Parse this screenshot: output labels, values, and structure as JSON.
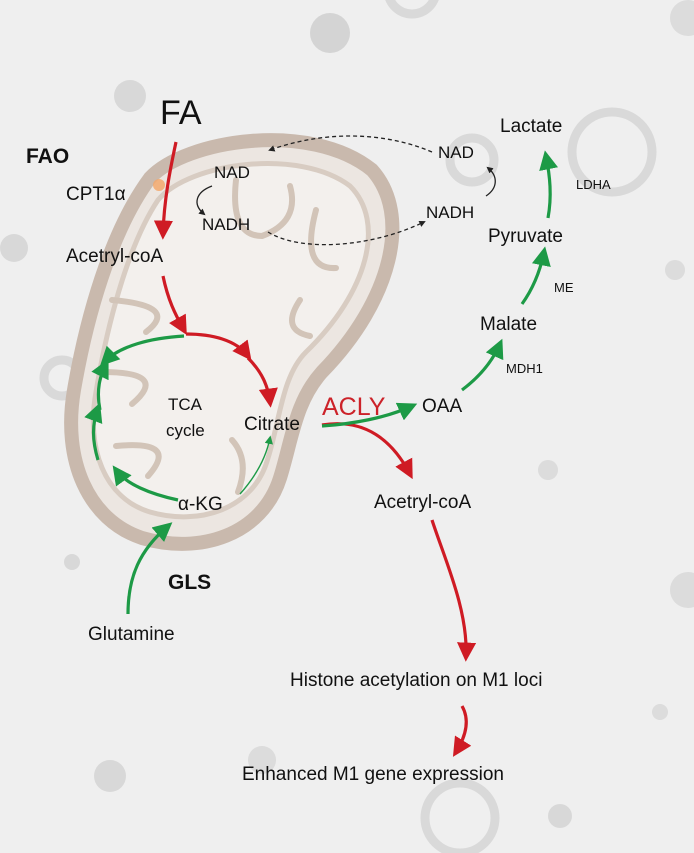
{
  "labels": {
    "fa": "FA",
    "fao": "FAO",
    "cpt1a": "CPT1α",
    "acetyl_coa_mito": "Acetryl-coA",
    "nad_mito": "NAD",
    "nadh_mito": "NADH",
    "tca": "TCA",
    "cycle": "cycle",
    "citrate": "Citrate",
    "akg": "α-KG",
    "gls": "GLS",
    "glutamine": "Glutamine",
    "acly": "ACLY",
    "oaa": "OAA",
    "mdh1": "MDH1",
    "malate": "Malate",
    "me": "ME",
    "pyruvate": "Pyruvate",
    "ldha": "LDHA",
    "lactate": "Lactate",
    "nad_cyto": "NAD",
    "nadh_cyto": "NADH",
    "acetyl_coa_cyto": "Acetryl-coA",
    "histone": "Histone acetylation on M1 loci",
    "enhanced": "Enhanced M1 gene expression"
  },
  "colors": {
    "background": "#efefef",
    "red_arrow": "#cf1b24",
    "green_arrow": "#1d9a46",
    "acly_text": "#cc2229",
    "mitochondrion": "#c9b9ad",
    "bubble": "#cfcfcf"
  }
}
